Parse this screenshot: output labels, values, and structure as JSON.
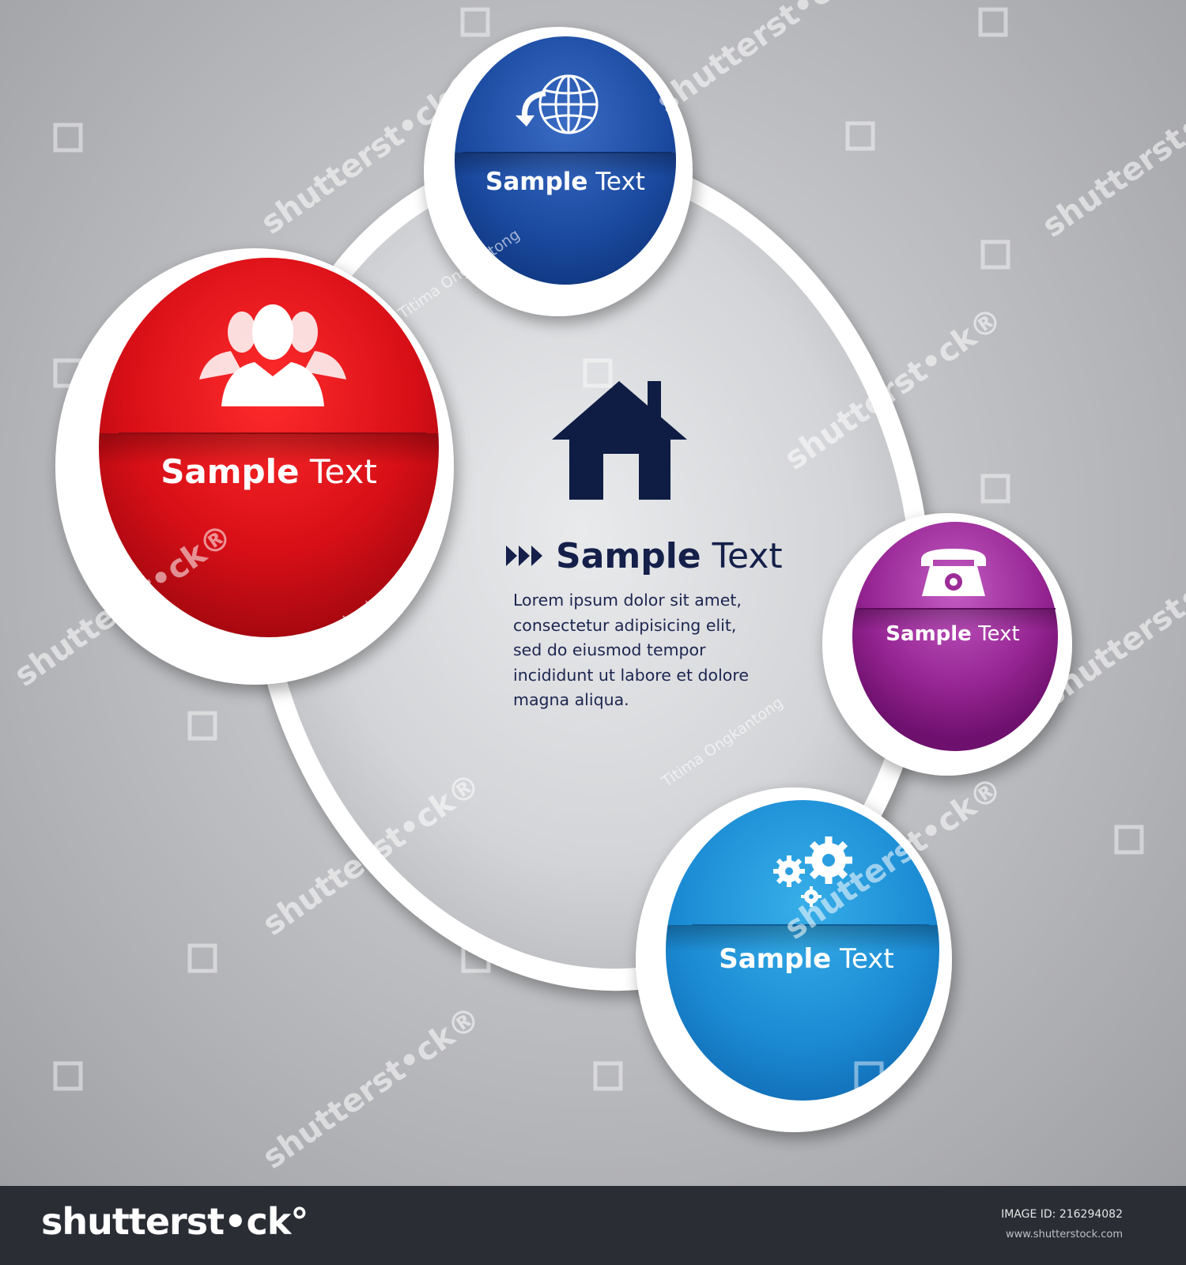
{
  "center": {
    "icon": "house-icon",
    "arrow_icon": "fast-forward-icon",
    "title_bold": "Sample",
    "title_rest": " Text",
    "body_lines": [
      "Lorem ipsum dolor sit amet,",
      "consectetur adipisicing elit,",
      "sed do eiusmod tempor",
      "incididunt ut labore et dolore",
      "magna aliqua."
    ]
  },
  "bubbles": {
    "red": {
      "icon": "people-icon",
      "bold": "Sample",
      "rest": " Text",
      "color": "#d8101a"
    },
    "blue": {
      "icon": "globe-icon",
      "bold": "Sample",
      "rest": " Text",
      "color": "#1d4aa3"
    },
    "purple": {
      "icon": "telephone-icon",
      "bold": "Sample",
      "rest": " Text",
      "color": "#8f1f8e"
    },
    "cyan": {
      "icon": "gears-icon",
      "bold": "Sample",
      "rest": " Text",
      "color": "#1c8ed6"
    }
  },
  "watermarks": {
    "brand": "shutterst•ck®",
    "author": "Titima Ongkantong"
  },
  "footer": {
    "logo": "shutterst•ck°",
    "image_id": "IMAGE ID: 216294082",
    "site": "www.shutterstock.com"
  }
}
